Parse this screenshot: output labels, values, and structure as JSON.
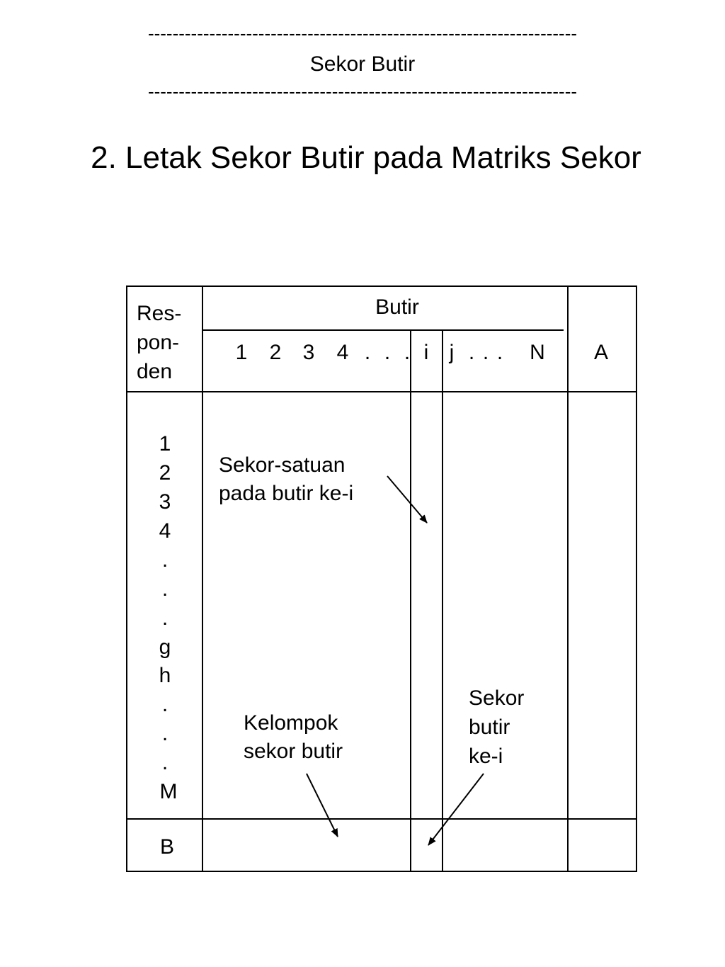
{
  "header": {
    "dash_top": "----------------------------------------------------------------------",
    "section_label": "Sekor Butir",
    "dash_bottom": "----------------------------------------------------------------------"
  },
  "title": "2. Letak Sekor Butir pada Matriks Sekor",
  "matrix": {
    "respondent_header": [
      "Res-",
      "pon-",
      "den"
    ],
    "butir_header": "Butir",
    "item_labels": [
      "1",
      "2",
      "3",
      "4",
      ".",
      ".",
      ".",
      "i",
      "j",
      ".",
      ".",
      ".",
      "N"
    ],
    "total_column_header": "A",
    "respondent_labels": [
      "1",
      "2",
      "3",
      "4",
      ".",
      ".",
      ".",
      "g",
      "h",
      ".",
      ".",
      ".",
      "M"
    ],
    "total_row_label": "B"
  },
  "annotations": {
    "unit_score": [
      "Sekor-satuan",
      "pada butir ke-i"
    ],
    "score_group": [
      "Kelompok",
      "sekor butir"
    ],
    "item_score": [
      "Sekor",
      "butir",
      "ke-i"
    ]
  }
}
